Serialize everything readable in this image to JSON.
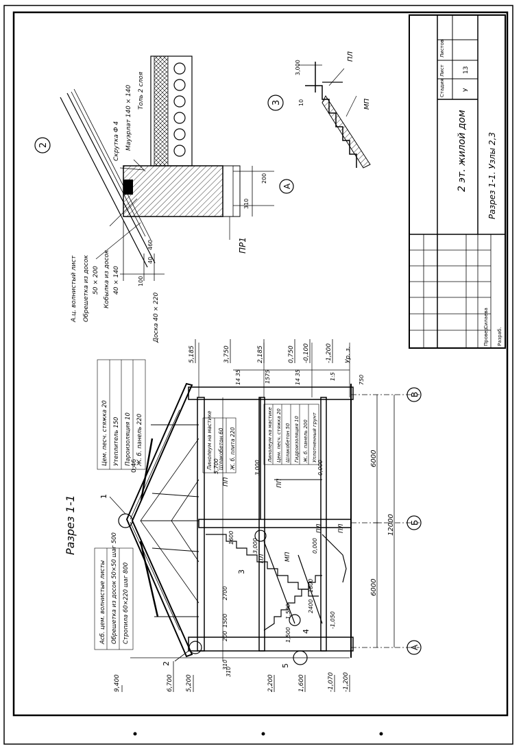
{
  "title_block": {
    "project": "2 эт. жилой дом",
    "sheet_title": "Разрез 1-1. Узлы 2,3",
    "stage_header": "Стадия",
    "sheet_header": "Лист",
    "sheets_header": "Листов",
    "stage_value": "У",
    "sheet_value": "13",
    "checked_label": "Провер.",
    "checked_name": "Силаева",
    "developed_label": "Разраб."
  },
  "section": {
    "title": "Разрез 1-1",
    "marker_1": "1",
    "marker_2": "2",
    "marker_3": "3",
    "marker_4": "4",
    "marker_5": "5",
    "roof_notes": [
      "Асб. цем. волнистые листы",
      "Обрешетка из досок 50×50 шаг 500",
      "Стропила 60×220 шаг 800"
    ],
    "roof_slope": "0,46",
    "floor_notes": [
      "Цем. песч. стяжка 20",
      "Утеплитель 150",
      "Пароизоляция 10",
      "Ж. б. панель 220"
    ],
    "floor2_notes": [
      "Линолеум на мастике",
      "Шлакобетон 60",
      "Ж. б. плита 220"
    ],
    "floor1_notes": [
      "Линолеум на мастике",
      "Цем. песч. стяжка 20",
      "Шлакобетон 50",
      "Гидроизоляция 10",
      "Ж. б. панель 200",
      "Уплотненный грунт"
    ],
    "labels_pp": "ПП",
    "labels_mp": "МП",
    "labels_pl": "ПЛ"
  },
  "elevations_left": [
    "9,400",
    "6,700",
    "5,200",
    "2,200",
    "1,600",
    "-1,070",
    "-1,200"
  ],
  "elevations_right": [
    "5,185",
    "3,750",
    "2,185",
    "0,750",
    "-0,100",
    "-1,200",
    "Ур. з."
  ],
  "elevations_inner": [
    "5,700",
    "3,000",
    "0,000",
    "3,000",
    "1,500",
    "-1,050",
    "0,000"
  ],
  "dims_bottom": [
    "310",
    "200",
    "1500",
    "2700",
    "1600",
    "1,500",
    "2400",
    "1800",
    "6000",
    "6000",
    "12000",
    "310"
  ],
  "dims_right": [
    "14 35",
    "1575",
    "14 35",
    "1:5",
    "750"
  ],
  "axes": [
    "А",
    "Б",
    "В"
  ],
  "node2": {
    "marker": "2",
    "notes": [
      "А.ц. волнистый лист",
      "Обрешетка из досок",
      "50 × 200",
      "Кобылка из досок",
      "40 × 140",
      "Доска 40 × 220",
      "Скрутка Ф 4",
      "Мауэрлат 140 × 140",
      "Толь 2 слоя"
    ],
    "dims": [
      "100",
      "40",
      "460",
      "310",
      "200"
    ],
    "pr_label": "ПР1",
    "axis": "А"
  },
  "node3": {
    "marker": "3",
    "elev": "3,000",
    "dim": "10",
    "pl": "ПЛ",
    "mp": "МП"
  }
}
